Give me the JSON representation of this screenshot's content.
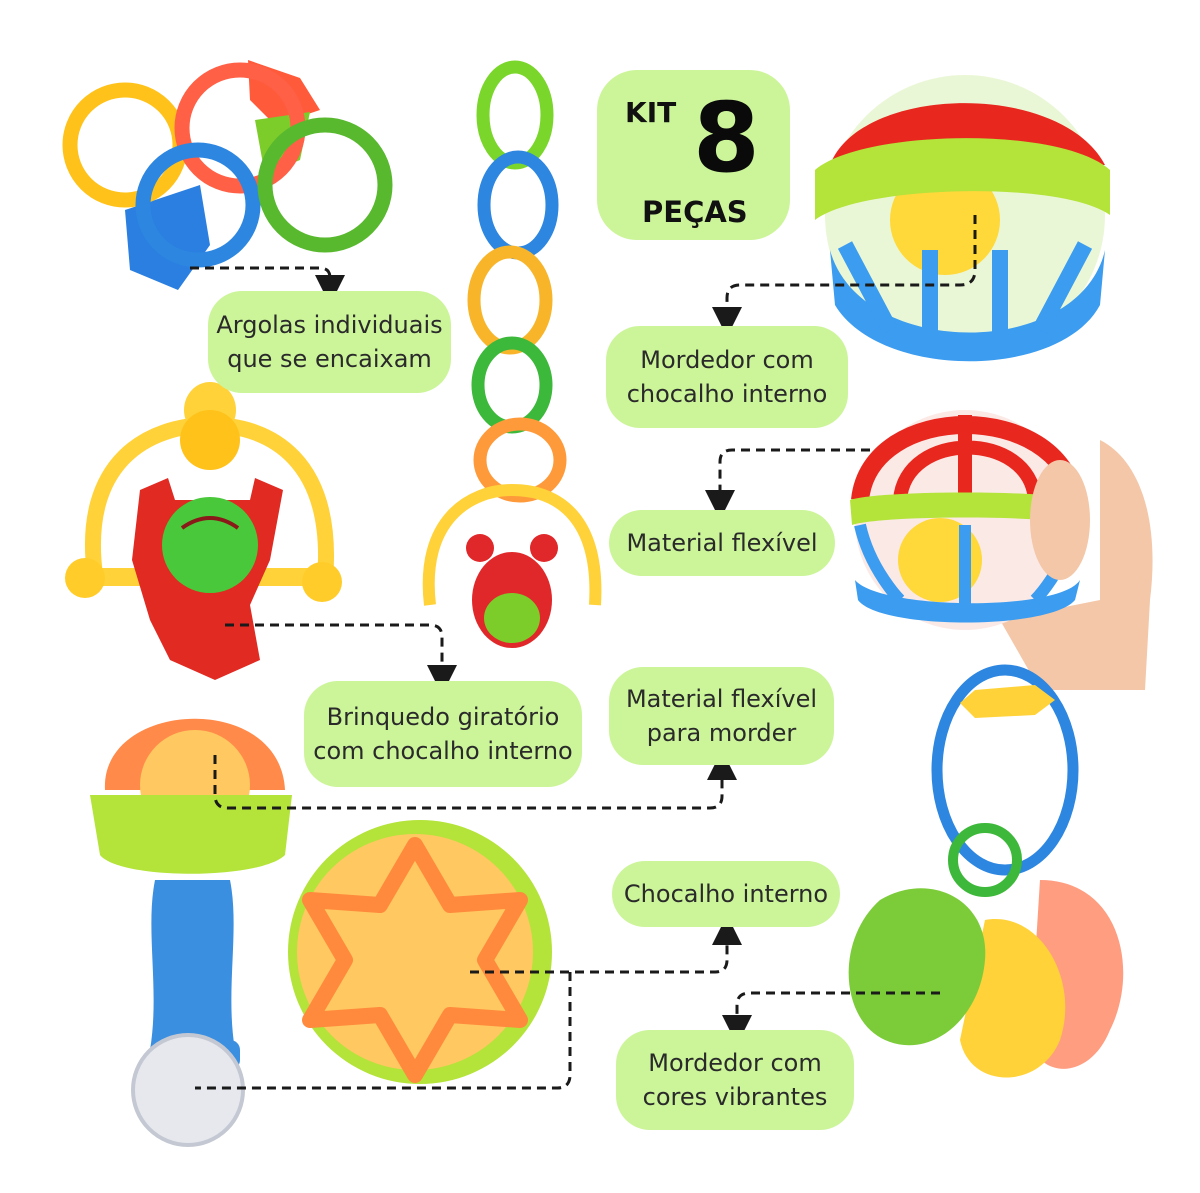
{
  "kit": {
    "prefix": "KIT",
    "number": "8",
    "suffix": "PEÇAS"
  },
  "labels": {
    "rings": [
      "Argolas individuais",
      "que se encaixam"
    ],
    "ball_teether": [
      "Mordedor com",
      "chocalho interno"
    ],
    "flexible": [
      "Material flexível"
    ],
    "spinning": [
      "Brinquedo giratório",
      "com chocalho interno"
    ],
    "flexible_bite": [
      "Material flexível",
      "para morder"
    ],
    "inner_rattle": [
      "Chocalho interno"
    ],
    "vibrant_teether": [
      "Mordedor com",
      "cores vibrantes"
    ]
  },
  "colors": {
    "pill": "#ccf59a",
    "red": "#e8281f",
    "lime": "#b4e33a",
    "blue": "#3b8fe0",
    "yellow": "#f7c72a",
    "orange": "#ff8a3d",
    "green": "#3db83a",
    "peach": "#ff9d80"
  }
}
